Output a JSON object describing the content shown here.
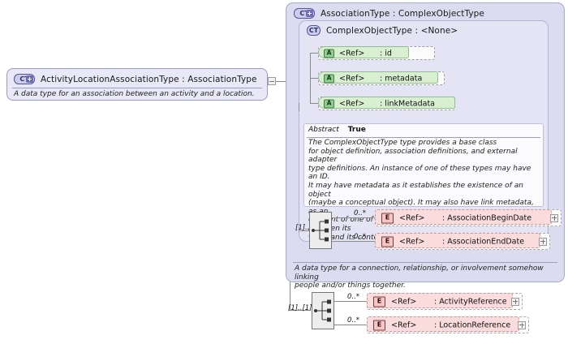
{
  "diagram": {
    "type": "xsd-schema-diagram",
    "colors": {
      "complex_type_fill": "#dcdcf0",
      "complex_type_inner_fill": "#e4e4f4",
      "attribute_fill": "#d8f0d0",
      "element_fill": "#fadcdc",
      "compositor_fill": "#ededed",
      "border": "#9a9ac4"
    }
  },
  "root_type": {
    "icon": "complex-type-expandable-icon",
    "icon_label": "CT",
    "title": "ActivityLocationAssociationType : AssociationType",
    "documentation": "A data type for an association between an activity and a location.",
    "expander": "minus-square-icon"
  },
  "association_type": {
    "icon": "complex-type-expandable-icon",
    "icon_label": "CT",
    "title": "AssociationType : ComplexObjectType",
    "documentation": "A data type for a connection, relationship, or involvement somehow linking\npeople and/or things together."
  },
  "complex_object_type": {
    "icon": "complex-type-icon",
    "icon_label": "CT",
    "title": "ComplexObjectType : <None>",
    "attributes": [
      {
        "icon": "attribute-icon",
        "icon_label": "A",
        "ref": "<Ref>",
        "name": ": id"
      },
      {
        "icon": "attribute-icon",
        "icon_label": "A",
        "ref": "<Ref>",
        "name": ": metadata"
      },
      {
        "icon": "attribute-icon",
        "icon_label": "A",
        "ref": "<Ref>",
        "name": ": linkMetadata"
      }
    ],
    "abstract": {
      "label": "Abstract",
      "value": "True",
      "text": "The ComplexObjectType type provides a base class\nfor object definition, association definitions, and external adapter\ntype definitions. An instance of one of these types may have an ID.\nIt may have metadata as it establishes the existence of an object\n(maybe a conceptual object). It may also have link metadata, as an\nelement of one of these types establishes a relationship between its\nvalue and its context."
    }
  },
  "association_sequence": {
    "compositor": "sequence-compositor-icon",
    "cardinality": "[1]..[1]",
    "elements": [
      {
        "icon": "element-icon",
        "icon_label": "E",
        "occurs": "0..*",
        "ref": "<Ref>",
        "name": ": AssociationBeginDate",
        "expander": "plus-square-icon"
      },
      {
        "icon": "element-icon",
        "icon_label": "E",
        "occurs": "0..*",
        "ref": "<Ref>",
        "name": ": AssociationEndDate",
        "expander": "plus-square-icon"
      }
    ]
  },
  "root_sequence": {
    "compositor": "sequence-compositor-icon",
    "cardinality": "[1]..[1]",
    "elements": [
      {
        "icon": "element-icon",
        "icon_label": "E",
        "occurs": "0..*",
        "ref": "<Ref>",
        "name": ": ActivityReference",
        "expander": "plus-square-icon"
      },
      {
        "icon": "element-icon",
        "icon_label": "E",
        "occurs": "0..*",
        "ref": "<Ref>",
        "name": ": LocationReference",
        "expander": "plus-square-icon"
      }
    ]
  }
}
